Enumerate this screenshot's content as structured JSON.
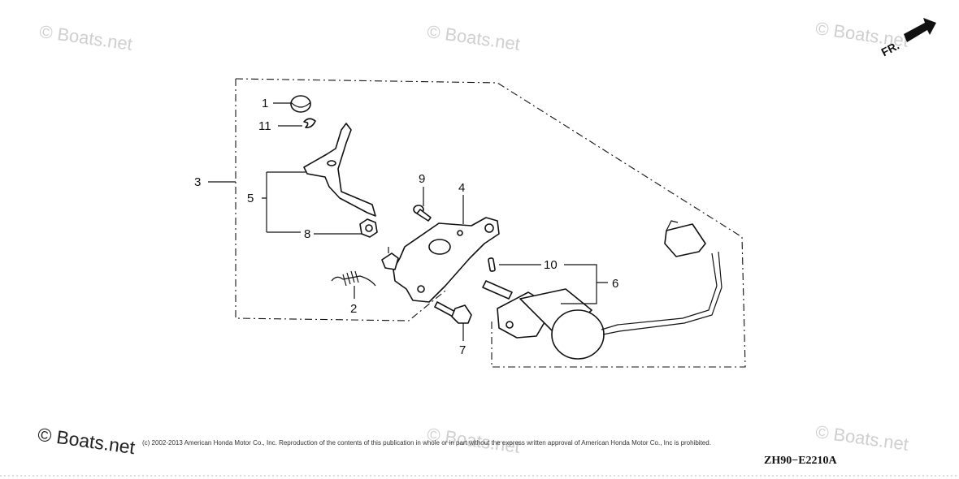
{
  "watermarks": {
    "top_left": "© Boats.net",
    "top_center": "© Boats.net",
    "top_right": "© Boats.net",
    "bottom_left": "© Boats.net",
    "bottom_center": "© Boats.net",
    "bottom_right": "© Boats.net"
  },
  "direction_label": "FR.",
  "copyright": "(c) 2002-2013 American Honda Motor Co., Inc. Reproduction of the contents of this publication in whole or in part without the express written approval of American Honda Motor Co., Inc is prohibited.",
  "diagram_code": "ZH90−E2210A",
  "callouts": {
    "c1": "1",
    "c2": "2",
    "c3": "3",
    "c4": "4",
    "c5": "5",
    "c6": "6",
    "c7": "7",
    "c8": "8",
    "c9": "9",
    "c10": "10",
    "c11": "11"
  }
}
